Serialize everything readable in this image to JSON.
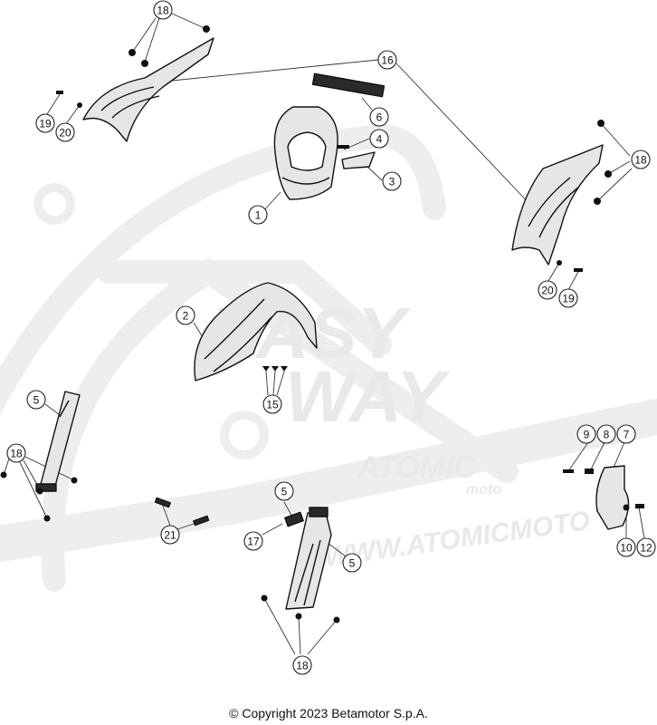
{
  "diagram": {
    "callouts": [
      "18",
      "16",
      "19",
      "20",
      "6",
      "4",
      "3",
      "1",
      "18",
      "20",
      "19",
      "2",
      "15",
      "5",
      "18",
      "9",
      "8",
      "7",
      "21",
      "5",
      "17",
      "5",
      "10",
      "12",
      "18"
    ]
  },
  "watermark": {
    "line1": "EASY",
    "line2": "WAY",
    "brand": "ATOMIC",
    "brand_sub": "moto",
    "url": "WWW.ATOMICMOTO"
  },
  "footer": {
    "copyright": "© Copyright 2023 Betamotor S.p.A."
  }
}
